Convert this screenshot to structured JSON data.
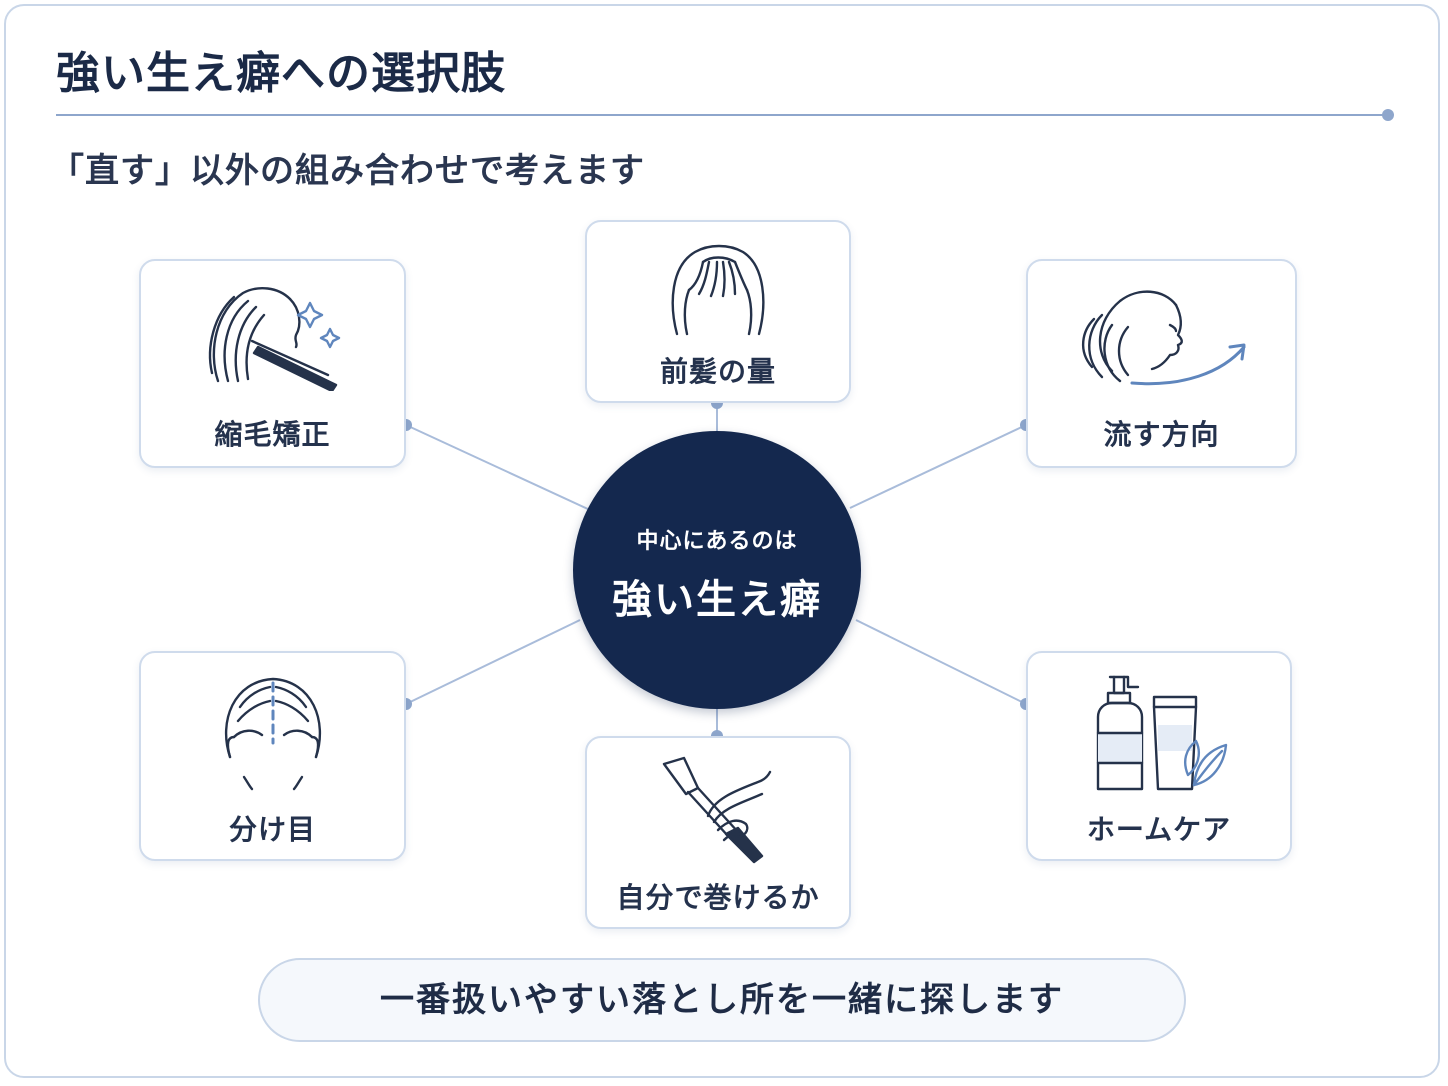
{
  "header": {
    "title": "強い生え癖への選択肢",
    "subtitle": "「直す」以外の組み合わせで考えます"
  },
  "hub": {
    "subtitle": "中心にあるのは",
    "title": "強い生え癖"
  },
  "options": [
    {
      "id": "straightening",
      "label": "縮毛矯正",
      "icon": "flat-iron-hair-icon"
    },
    {
      "id": "bangs",
      "label": "前髪の量",
      "icon": "bangs-hair-icon"
    },
    {
      "id": "flow",
      "label": "流す方向",
      "icon": "hair-flow-direction-icon"
    },
    {
      "id": "part",
      "label": "分け目",
      "icon": "hair-part-icon"
    },
    {
      "id": "curl",
      "label": "自分で巻けるか",
      "icon": "curling-iron-icon"
    },
    {
      "id": "homecare",
      "label": "ホームケア",
      "icon": "hair-care-bottles-icon"
    }
  ],
  "footer": {
    "text": "一番扱いやすい落とし所を一緒に探します"
  },
  "colors": {
    "hub": "#14284e",
    "line": "#a9bcda",
    "dot": "#8ea6cc",
    "card_border": "#cfdbec",
    "icon_stroke": "#25324a",
    "icon_accent": "#5f86bd"
  }
}
